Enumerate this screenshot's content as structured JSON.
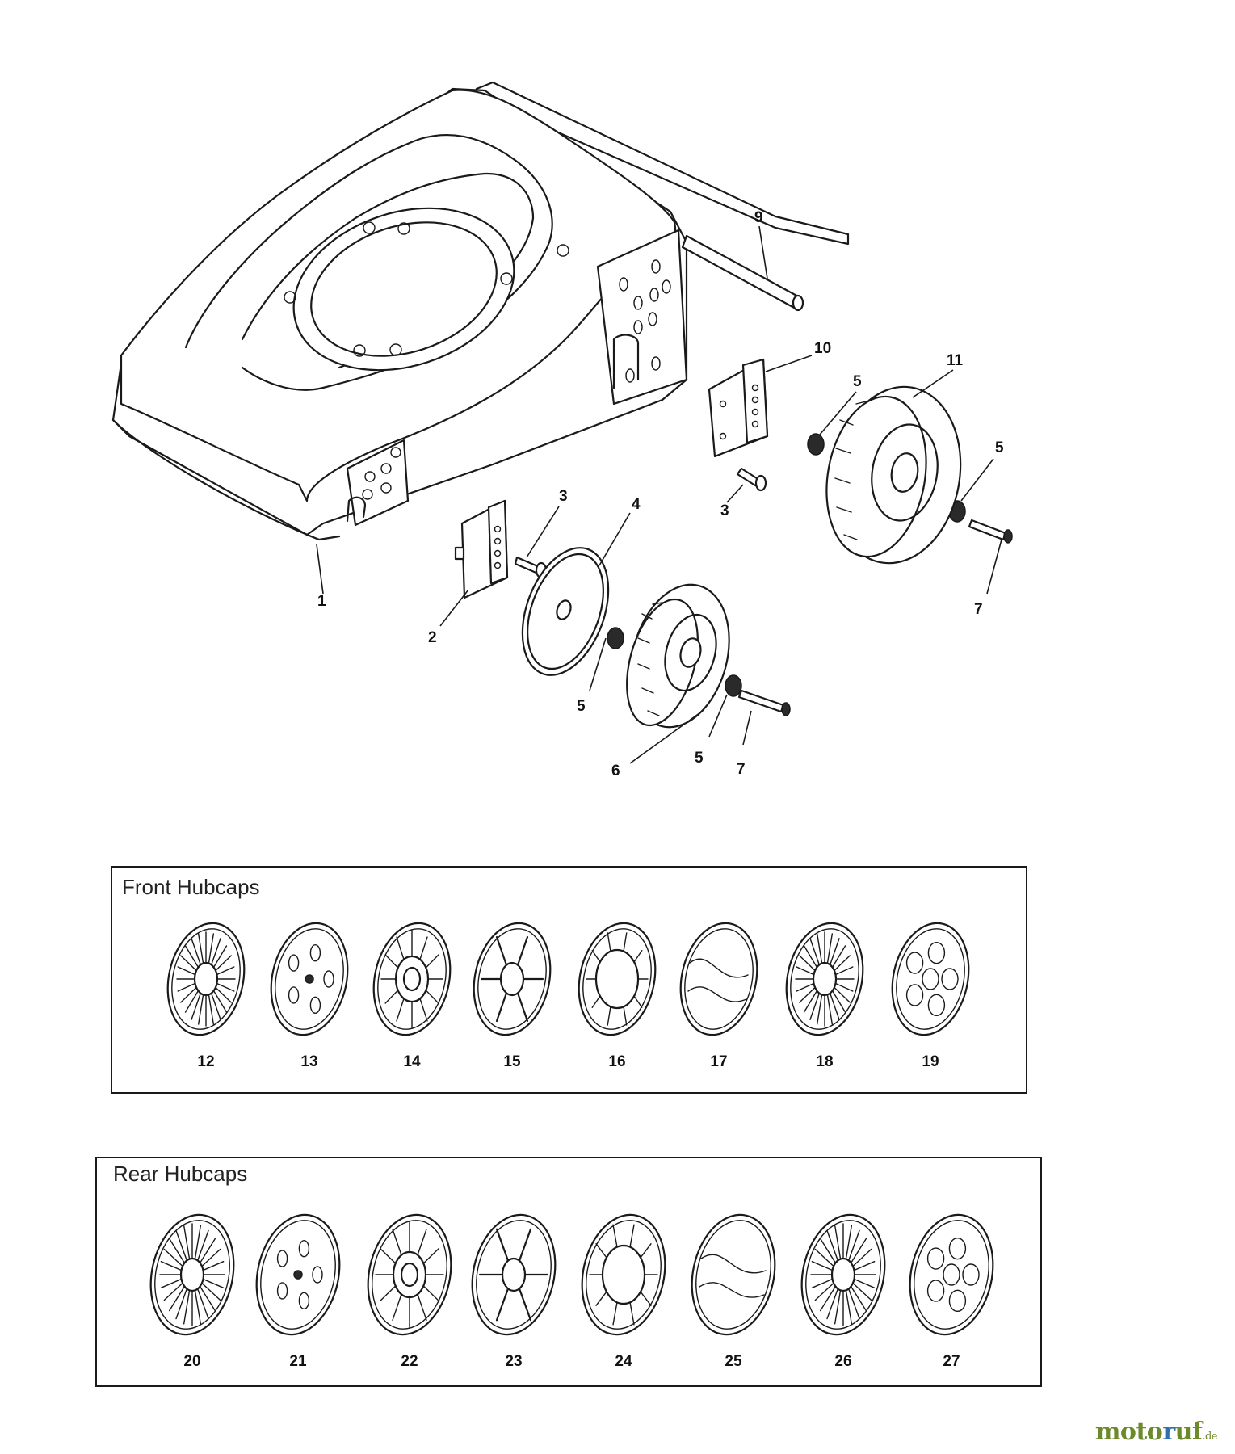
{
  "callouts": {
    "c1": "1",
    "c2": "2",
    "c3a": "3",
    "c3b": "3",
    "c4": "4",
    "c5a": "5",
    "c5b": "5",
    "c5c": "5",
    "c5d": "5",
    "c6": "6",
    "c7a": "7",
    "c7b": "7",
    "c9": "9",
    "c10": "10",
    "c11": "11"
  },
  "front_hubcaps": {
    "title": "Front Hubcaps",
    "labels": [
      "12",
      "13",
      "14",
      "15",
      "16",
      "17",
      "18",
      "19"
    ]
  },
  "rear_hubcaps": {
    "title": "Rear Hubcaps",
    "labels": [
      "20",
      "21",
      "22",
      "23",
      "24",
      "25",
      "26",
      "27"
    ]
  },
  "brand": {
    "part1": "moto",
    "part2": "r",
    "part3": "uf",
    "tld": ".de"
  },
  "colors": {
    "line": "#1a1a1a",
    "brand_green": "#6d8a2a",
    "brand_blue": "#2f6fb0"
  },
  "icons": [
    "mower-deck",
    "bracket",
    "bolt",
    "nut",
    "wheel",
    "axle",
    "hubcap"
  ]
}
